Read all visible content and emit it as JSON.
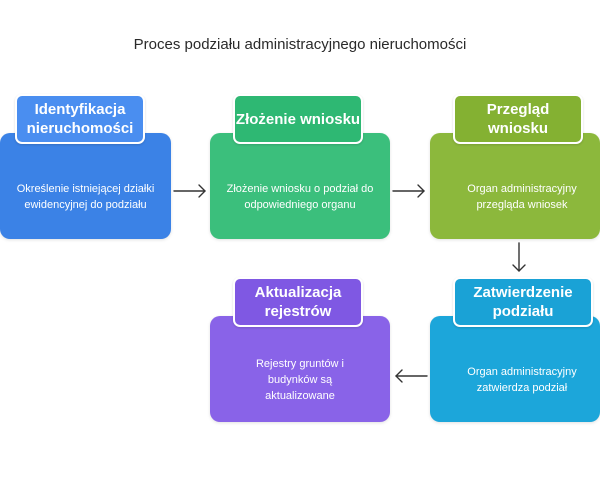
{
  "title": "Proces podziału administracyjnego nieruchomości",
  "steps": [
    {
      "label": "Identyfikacja nieruchomości",
      "description": "Określenie istniejącej działki ewidencyjnej do podziału",
      "color": "#3b82e6"
    },
    {
      "label": "Złożenie wniosku",
      "description": "Złożenie wniosku o podział do odpowiedniego organu",
      "color": "#3bbf7c"
    },
    {
      "label": "Przegląd wniosku",
      "description": "Organ administracyjny przegląda wniosek",
      "color": "#8cb83c"
    },
    {
      "label": "Zatwierdzenie podziału",
      "description": "Organ administracyjny zatwierdza podział",
      "color": "#1ca6da"
    },
    {
      "label": "Aktualizacja rejestrów",
      "description": "Rejestry gruntów i budynków są aktualizowane",
      "color": "#8963e8"
    }
  ],
  "arrows": [
    {
      "from": "Identyfikacja nieruchomości",
      "to": "Złożenie wniosku"
    },
    {
      "from": "Złożenie wniosku",
      "to": "Przegląd wniosku"
    },
    {
      "from": "Przegląd wniosku",
      "to": "Zatwierdzenie podziału"
    },
    {
      "from": "Zatwierdzenie podziału",
      "to": "Aktualizacja rejestrów"
    }
  ]
}
